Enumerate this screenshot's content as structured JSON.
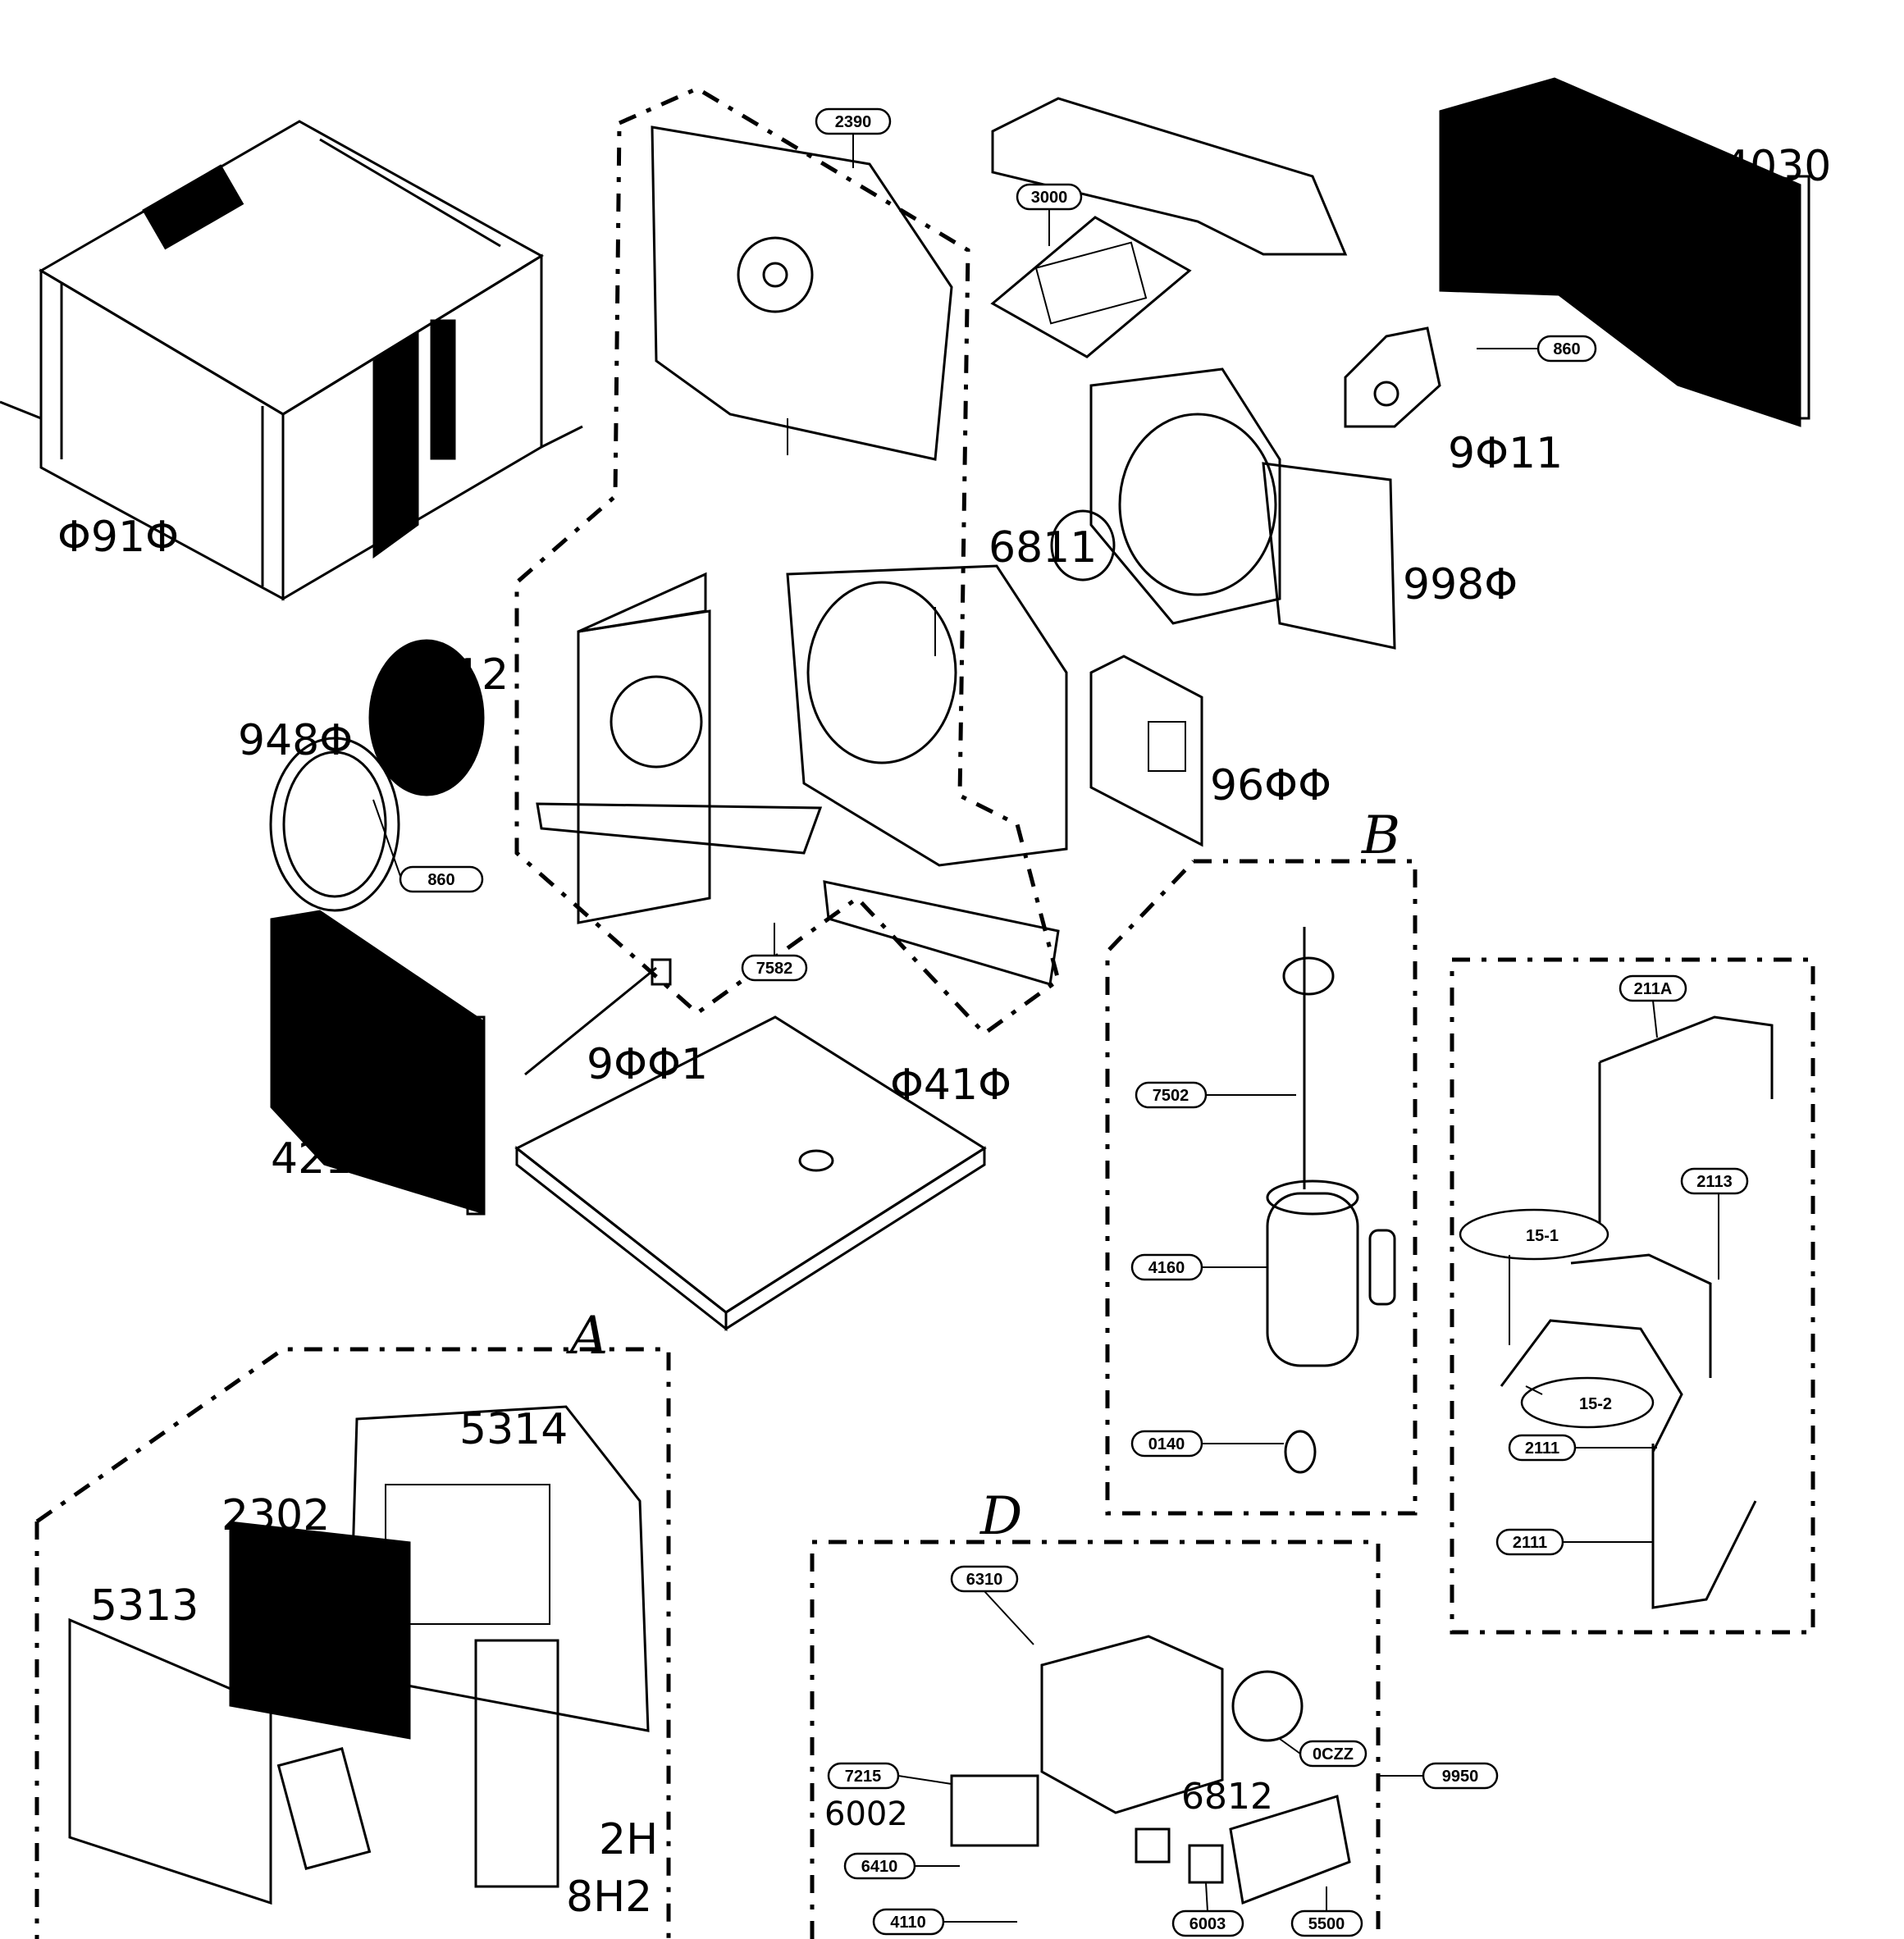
{
  "section_labels": {
    "a": "A",
    "b": "B",
    "d": "D"
  },
  "callouts": {
    "c2390": "2390",
    "c3000": "3000",
    "c4030": "4030",
    "c860_top": "860",
    "c9011": "9Φ11",
    "c6811": "6811",
    "c9980": "998Φ",
    "c0910": "Φ91Φ",
    "c9012": "9Φ12",
    "c9480": "948Φ",
    "c860_mid": "860",
    "c9600": "96ΦΦ",
    "c7582": "7582",
    "c9001": "9ΦΦ1",
    "c0410": "Φ41Φ",
    "c4210": "421Φ",
    "c7502": "7502",
    "c4160": "4160",
    "c0140": "0140",
    "c211A": "211A",
    "c2113": "2113",
    "c15_1": "15-1",
    "c15_2": "15-2",
    "c2111_a": "2111",
    "c2111_b": "2111",
    "c5314": "5314",
    "c2302": "2302",
    "c5313": "5313",
    "c2H": "2H",
    "c8H2": "8H2",
    "c6310": "6310",
    "c7215": "7215",
    "c6002": "6002",
    "c6812": "6812",
    "c0CZZ": "0CZZ",
    "c9950": "9950",
    "c6410": "6410",
    "c4110": "4110",
    "c6003": "6003",
    "c5500": "5500"
  }
}
